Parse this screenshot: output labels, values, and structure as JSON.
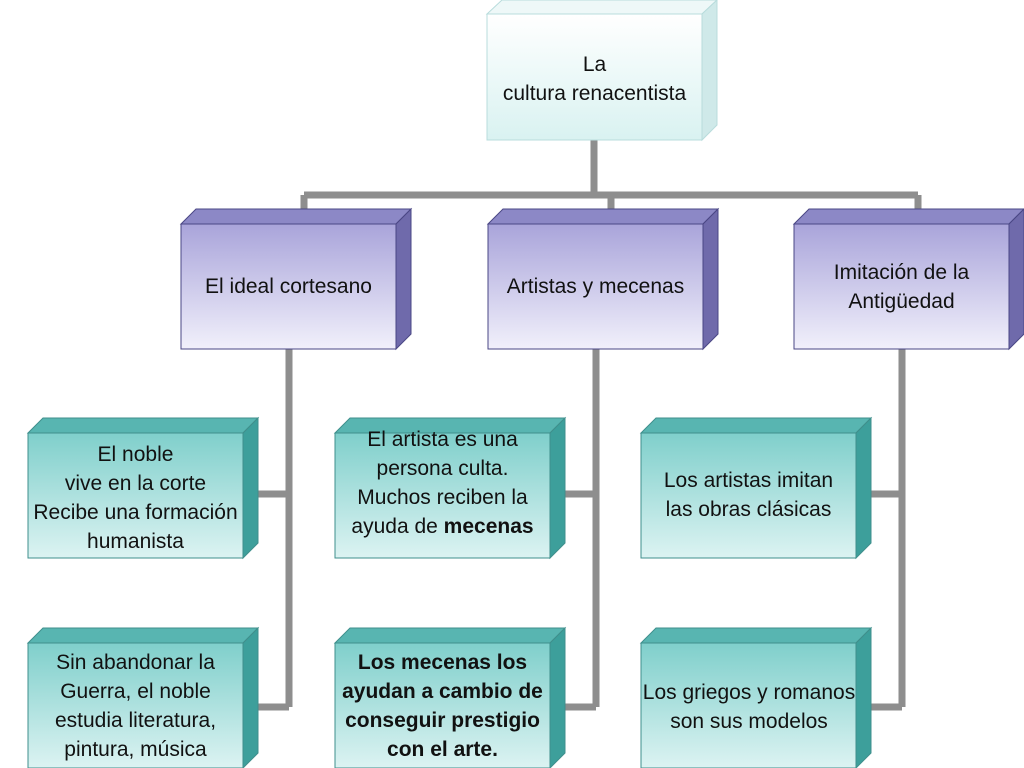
{
  "root": {
    "line1": "La",
    "line2": "cultura renacentista"
  },
  "branches": [
    {
      "title": "El ideal cortesano",
      "children": [
        {
          "lines": [
            "El noble",
            "vive en la corte",
            "Recibe una formación",
            "humanista"
          ]
        },
        {
          "lines": [
            "Sin abandonar la",
            "Guerra, el noble",
            "estudia literatura,",
            "pintura, música"
          ]
        }
      ]
    },
    {
      "title": "Artistas y mecenas",
      "children": [
        {
          "line1": "El artista es una",
          "line2": "persona culta.",
          "line3": "Muchos reciben la",
          "line4_plain": "ayuda de ",
          "line4_bold": "mecenas"
        },
        {
          "lines": [
            "Los mecenas los",
            "ayudan a cambio de",
            "conseguir prestigio",
            "con el arte."
          ]
        }
      ]
    },
    {
      "title_line1": "Imitación de la",
      "title_line2": "Antigüedad",
      "children": [
        {
          "lines": [
            "Los artistas imitan",
            "las obras clásicas"
          ]
        },
        {
          "lines": [
            "Los griegos y romanos",
            "son sus modelos"
          ]
        }
      ]
    }
  ],
  "colors": {
    "root_face_top": "#ffffff",
    "root_face_bottom": "#d9f2f1",
    "level1_face_top": "#a9a4da",
    "level1_face_bottom": "#f1f0fb",
    "leaf_face_top": "#7fcfcb",
    "leaf_face_bottom": "#dcf3f2",
    "connector": "#8e8e8e"
  }
}
